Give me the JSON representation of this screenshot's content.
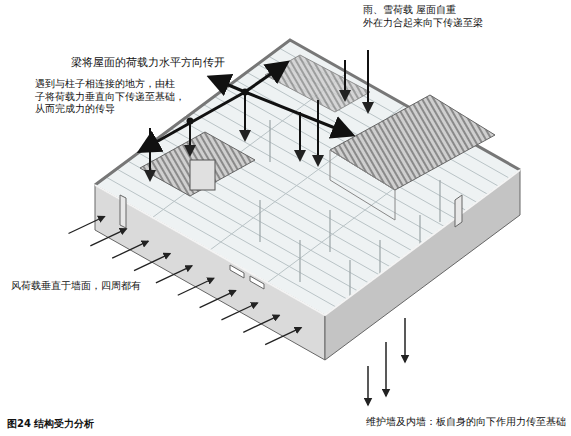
{
  "diagram": {
    "caption": "图24 结构受力分析",
    "labels": [
      "雨、雪荷载 屋面自重 外在力合起来向下传递至梁",
      "梁将屋面的荷载力水平方向传开",
      "遇到与柱子相连接的地方，由柱 子将荷载力垂直向下传递至基础， 从而完成力的传导",
      "风荷载垂直于墙面，四周都有",
      "维护墙及内墙：板自身的向下作用力传至基础"
    ]
  }
}
